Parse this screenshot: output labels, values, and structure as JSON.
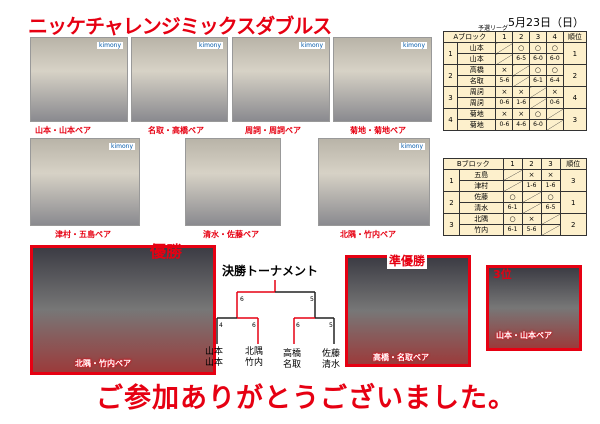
{
  "title": "ニッケチャレンジミックスダブルス",
  "date": "5月23日（日）",
  "photos": [
    {
      "caption": "山本・山本ペア"
    },
    {
      "caption": "名取・高橋ペア"
    },
    {
      "caption": "周詞・周詞ペア"
    },
    {
      "caption": "菊地・菊地ペア"
    },
    {
      "caption": "津村・五島ペア"
    },
    {
      "caption": "清水・佐藤ペア"
    },
    {
      "caption": "北隅・竹内ペア"
    }
  ],
  "league": {
    "label": "予選リーグ",
    "a": {
      "header": [
        "Aブロック",
        "1",
        "2",
        "3",
        "4",
        "順位"
      ],
      "rows": [
        {
          "no": "1",
          "p1": "山本",
          "p2": "山本",
          "m": [
            [
              "",
              ""
            ],
            [
              "○",
              "6-5"
            ],
            [
              "○",
              "6-0"
            ],
            [
              "○",
              "6-0"
            ]
          ],
          "rank": "1"
        },
        {
          "no": "2",
          "p1": "高橋",
          "p2": "名取",
          "m": [
            [
              "×",
              "5-6"
            ],
            [
              "",
              ""
            ],
            [
              "○",
              "6-1"
            ],
            [
              "○",
              "6-4"
            ]
          ],
          "rank": "2"
        },
        {
          "no": "3",
          "p1": "周詞",
          "p2": "周詞",
          "m": [
            [
              "×",
              "0-6"
            ],
            [
              "×",
              "1-6"
            ],
            [
              "",
              ""
            ],
            [
              "×",
              "0-6"
            ]
          ],
          "rank": "4"
        },
        {
          "no": "4",
          "p1": "菊地",
          "p2": "菊地",
          "m": [
            [
              "×",
              "0-6"
            ],
            [
              "×",
              "4-6"
            ],
            [
              "○",
              "6-0"
            ],
            [
              "",
              ""
            ]
          ],
          "rank": "3"
        }
      ]
    },
    "b": {
      "header": [
        "Bブロック",
        "1",
        "2",
        "3",
        "順位"
      ],
      "rows": [
        {
          "no": "1",
          "p1": "五島",
          "p2": "津村",
          "m": [
            [
              "",
              ""
            ],
            [
              "×",
              "1-6"
            ],
            [
              "×",
              "1-6"
            ]
          ],
          "rank": "3"
        },
        {
          "no": "2",
          "p1": "佐藤",
          "p2": "清水",
          "m": [
            [
              "○",
              "6-1"
            ],
            [
              "",
              ""
            ],
            [
              "○",
              "6-5"
            ]
          ],
          "rank": "1"
        },
        {
          "no": "3",
          "p1": "北隅",
          "p2": "竹内",
          "m": [
            [
              "○",
              "6-1"
            ],
            [
              "×",
              "5-6"
            ],
            [
              "",
              ""
            ]
          ],
          "rank": "2"
        }
      ]
    }
  },
  "tournament": {
    "title": "決勝トーナメント",
    "scores": {
      "final_left": "6",
      "final_right": "5",
      "semi1_left": "4",
      "semi1_right": "6",
      "semi2_left": "6",
      "semi2_right": "5"
    },
    "teams": [
      [
        "山本",
        "山本"
      ],
      [
        "北隅",
        "竹内"
      ],
      [
        "高橋",
        "名取"
      ],
      [
        "佐藤",
        "清水"
      ]
    ]
  },
  "awards": {
    "first": {
      "label": "優勝",
      "pair": "北隅・竹内ペア"
    },
    "second": {
      "label": "準優勝",
      "pair": "高橋・名取ペア"
    },
    "third": {
      "label": "3位",
      "pair": "山本・山本ペア"
    }
  },
  "footer": "ご参加ありがとうございました。",
  "colors": {
    "accent": "#e60012",
    "table_bg": "#fdf0cc"
  }
}
